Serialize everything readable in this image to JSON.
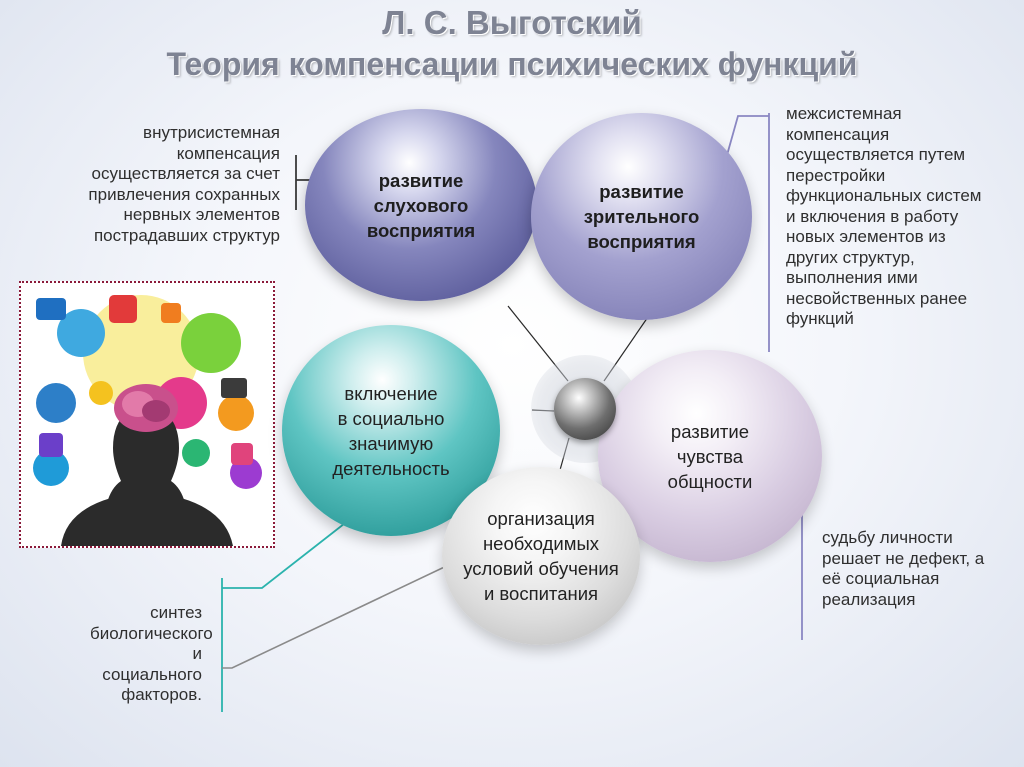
{
  "title": {
    "line1": "Л. С. Выготский",
    "line2": "Теория компенсации психических функций"
  },
  "notes": {
    "intrasystem": [
      "внутрисистемная",
      "компенсация",
      "осуществляется за счет",
      "привлечения сохранных",
      "нервных элементов",
      "пострадавших структур"
    ],
    "intersystem": [
      "межсистемная",
      "компенсация",
      "осуществляется путем",
      "перестройки",
      "функциональных систем",
      "и включения в работу",
      "новых элементов из",
      "других структур,",
      "выполнения ими",
      "несвойственных ранее",
      "функций"
    ],
    "synthesis": [
      "синтез",
      "биологического",
      "и социального",
      "факторов."
    ],
    "fate": [
      "судьбу личности",
      "решает не дефект, а",
      "её социальная",
      "реализация"
    ]
  },
  "bubbles": {
    "hearing": [
      "развитие",
      "слухового",
      "восприятия"
    ],
    "vision": [
      "развитие",
      "зрительного",
      "восприятия"
    ],
    "social": [
      "включение",
      "в социально",
      "значимую",
      "деятельность"
    ],
    "community": [
      "развитие",
      "чувства",
      "общности"
    ],
    "organization": [
      "организация",
      "необходимых",
      "условий обучения",
      "и воспитания"
    ]
  },
  "colors": {
    "title": "#7e8393",
    "hearing": "#5c5d9c",
    "vision": "#8482b8",
    "social": "#2f9e9c",
    "community": "#c2b2cd",
    "organization": "#cfcfcf",
    "bracket_left": "#3a3a3a",
    "bracket_right": "#8a87c2",
    "bracket_teal": "#2bb3ad",
    "picture_border": "#8b1a3a"
  },
  "picture": {
    "icon": "head-with-brain-and-media-icons"
  }
}
